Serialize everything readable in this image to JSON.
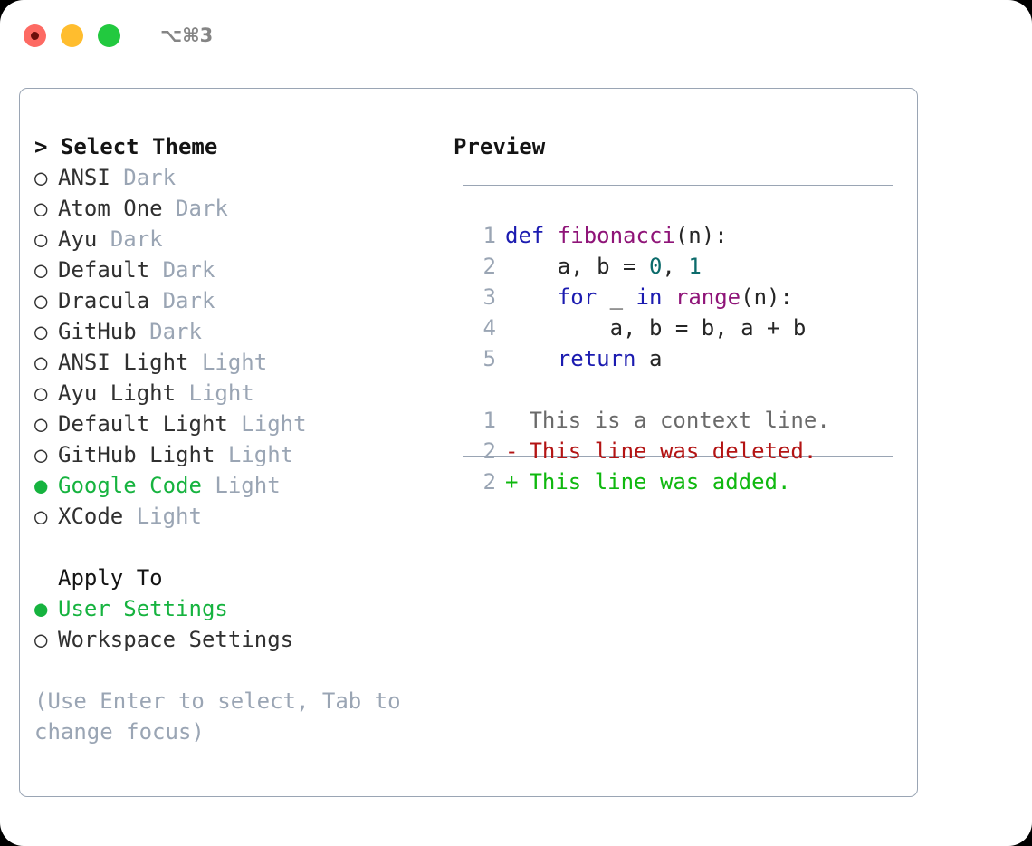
{
  "titlebar": {
    "shortcut": "⌥⌘3",
    "lights": [
      {
        "name": "close",
        "color": "#fd6a63"
      },
      {
        "name": "minimize",
        "color": "#ffbd2e"
      },
      {
        "name": "maximize",
        "color": "#22c93f"
      }
    ]
  },
  "colors": {
    "selected": "#16b33f",
    "muted": "#9aa5b4",
    "text": "#303030",
    "border": "#9aa5b4",
    "keyword": "#1b1bb0",
    "function": "#8f1478",
    "number": "#0c6b6b",
    "diff_added": "#0fb80f",
    "diff_deleted": "#b31414",
    "diff_context": "#6a6a6a"
  },
  "theme_section": {
    "header_prefix": "> ",
    "header": "Select Theme",
    "marker_selected": "●",
    "marker_unselected": "○",
    "items": [
      {
        "name": "ANSI",
        "tag": "Dark",
        "selected": false
      },
      {
        "name": "Atom One",
        "tag": "Dark",
        "selected": false
      },
      {
        "name": "Ayu",
        "tag": "Dark",
        "selected": false
      },
      {
        "name": "Default",
        "tag": "Dark",
        "selected": false
      },
      {
        "name": "Dracula",
        "tag": "Dark",
        "selected": false
      },
      {
        "name": "GitHub",
        "tag": "Dark",
        "selected": false
      },
      {
        "name": "ANSI Light",
        "tag": "Light",
        "selected": false
      },
      {
        "name": "Ayu Light",
        "tag": "Light",
        "selected": false
      },
      {
        "name": "Default Light",
        "tag": "Light",
        "selected": false
      },
      {
        "name": "GitHub Light",
        "tag": "Light",
        "selected": false
      },
      {
        "name": "Google Code",
        "tag": "Light",
        "selected": true
      },
      {
        "name": "XCode",
        "tag": "Light",
        "selected": false
      }
    ]
  },
  "apply_section": {
    "header": "Apply To",
    "items": [
      {
        "name": "User Settings",
        "selected": true
      },
      {
        "name": "Workspace Settings",
        "selected": false
      }
    ]
  },
  "hint": "(Use Enter to select, Tab to change focus)",
  "preview": {
    "title": "Preview",
    "code_lines": [
      {
        "num": "1",
        "tokens": [
          {
            "t": "def",
            "c": "kw"
          },
          {
            "t": " ",
            "c": "pl"
          },
          {
            "t": "fibonacci",
            "c": "fn"
          },
          {
            "t": "(n):",
            "c": "pl"
          }
        ]
      },
      {
        "num": "2",
        "tokens": [
          {
            "t": "    a, b = ",
            "c": "pl"
          },
          {
            "t": "0",
            "c": "num"
          },
          {
            "t": ", ",
            "c": "pl"
          },
          {
            "t": "1",
            "c": "num"
          }
        ]
      },
      {
        "num": "3",
        "tokens": [
          {
            "t": "    ",
            "c": "pl"
          },
          {
            "t": "for",
            "c": "kw"
          },
          {
            "t": " _ ",
            "c": "pl"
          },
          {
            "t": "in",
            "c": "kw"
          },
          {
            "t": " ",
            "c": "pl"
          },
          {
            "t": "range",
            "c": "fn"
          },
          {
            "t": "(n):",
            "c": "pl"
          }
        ]
      },
      {
        "num": "4",
        "tokens": [
          {
            "t": "        a, b = b, a + b",
            "c": "pl"
          }
        ]
      },
      {
        "num": "5",
        "tokens": [
          {
            "t": "    ",
            "c": "pl"
          },
          {
            "t": "return",
            "c": "kw"
          },
          {
            "t": " a",
            "c": "pl"
          }
        ]
      }
    ],
    "diff_lines": [
      {
        "num": "1",
        "sign": " ",
        "text": " This is a context line.",
        "kind": "ctx"
      },
      {
        "num": "2",
        "sign": "-",
        "text": " This line was deleted.",
        "kind": "del"
      },
      {
        "num": "2",
        "sign": "+",
        "text": " This line was added.",
        "kind": "add"
      }
    ]
  }
}
